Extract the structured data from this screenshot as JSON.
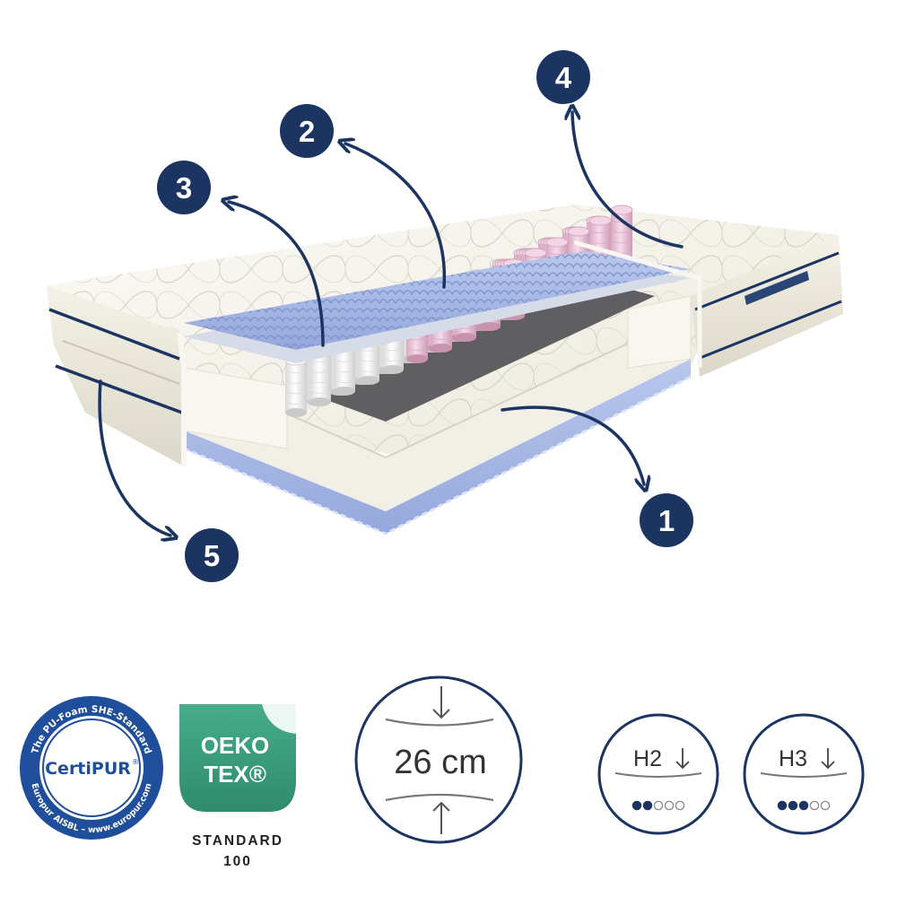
{
  "callouts": [
    {
      "label": "1"
    },
    {
      "label": "2"
    },
    {
      "label": "3"
    },
    {
      "label": "4"
    },
    {
      "label": "5"
    }
  ],
  "certipur": {
    "top_text": "The PU-Foam SHE-Standard",
    "brand": "CertiPUR",
    "reg": "®",
    "bottom_text": "Europur AISBL – www.europur.com"
  },
  "oekotex": {
    "line1": "OEKO",
    "line2": "TEX®",
    "standard": "STANDARD",
    "number": "100"
  },
  "height_badge": {
    "value": "26 cm"
  },
  "firmness": [
    {
      "label": "H2",
      "level": 2,
      "max": 5
    },
    {
      "label": "H3",
      "level": 3,
      "max": 5
    }
  ],
  "colors": {
    "navy": "#1b3461",
    "oeko_green": "#3c9f7f",
    "certipur_blue": "#1f4e9a",
    "badge_outline": "#1b3461"
  }
}
